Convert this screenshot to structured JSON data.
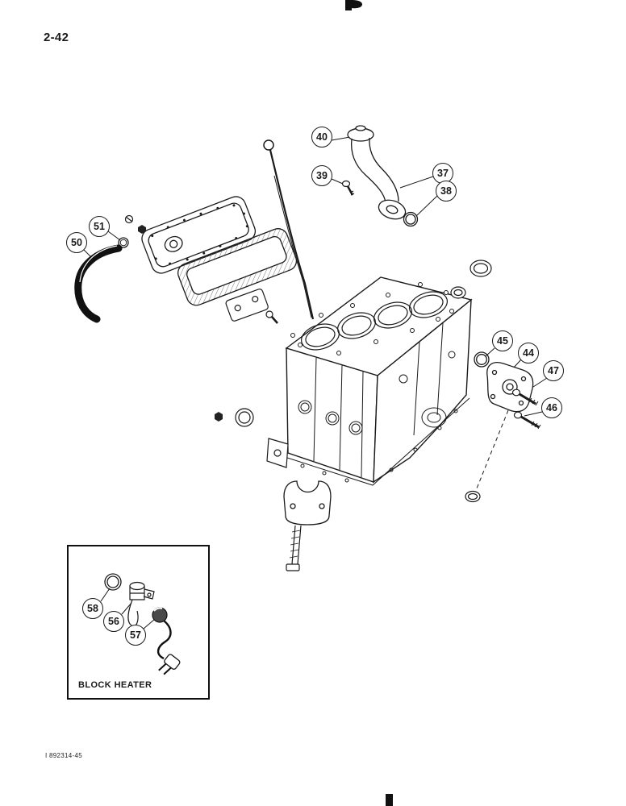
{
  "page": {
    "number": "2-42",
    "footer_code": "I 892314-45"
  },
  "colors": {
    "ink": "#1a1a1a",
    "paper": "#ffffff"
  },
  "inset": {
    "label": "BLOCK HEATER"
  },
  "callouts": [
    {
      "label": "40"
    },
    {
      "label": "39"
    },
    {
      "label": "37"
    },
    {
      "label": "38"
    },
    {
      "label": "51"
    },
    {
      "label": "50"
    },
    {
      "label": "45"
    },
    {
      "label": "44"
    },
    {
      "label": "47"
    },
    {
      "label": "46"
    },
    {
      "label": "58"
    },
    {
      "label": "56"
    },
    {
      "label": "57"
    }
  ]
}
